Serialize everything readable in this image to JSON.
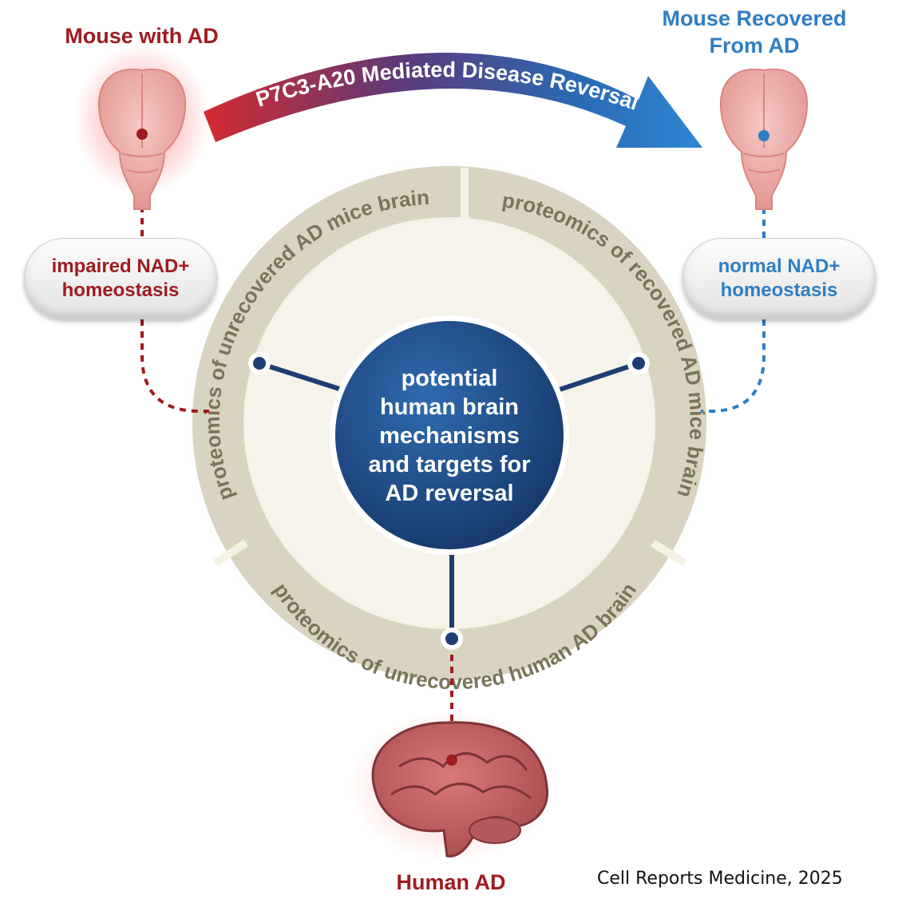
{
  "labels": {
    "mouse_ad": "Mouse with AD",
    "mouse_recovered_line1": "Mouse Recovered",
    "mouse_recovered_line2": "From AD",
    "human_ad": "Human AD",
    "arrow_text": "P7C3-A20 Mediated Disease Reversal"
  },
  "pills": {
    "left": {
      "line1": "impaired NAD+",
      "line2": "homeostasis"
    },
    "right": {
      "line1": "normal NAD+",
      "line2": "homeostasis"
    }
  },
  "ring": {
    "left_segment": "proteomics of unrecovered AD mice brain",
    "right_segment": "proteomics of recovered AD mice brain",
    "bottom_segment": "proteomics of unrecovered human AD brain"
  },
  "center": {
    "lines": [
      "potential",
      "human brain",
      "mechanisms",
      "and targets for",
      "AD reversal"
    ]
  },
  "citation": "Cell Reports Medicine, 2025",
  "colors": {
    "disease_red": "#9e1b1f",
    "recovered_blue": "#2f7ec3",
    "ring_text": "#7a7558",
    "ring_fill": "#d9d3c2",
    "center_blue": "#1f4f8c"
  },
  "icons": {
    "mouse_ad": "mouse-brain-red-icon",
    "mouse_recovered": "mouse-brain-healthy-icon",
    "human_ad": "human-brain-icon"
  }
}
